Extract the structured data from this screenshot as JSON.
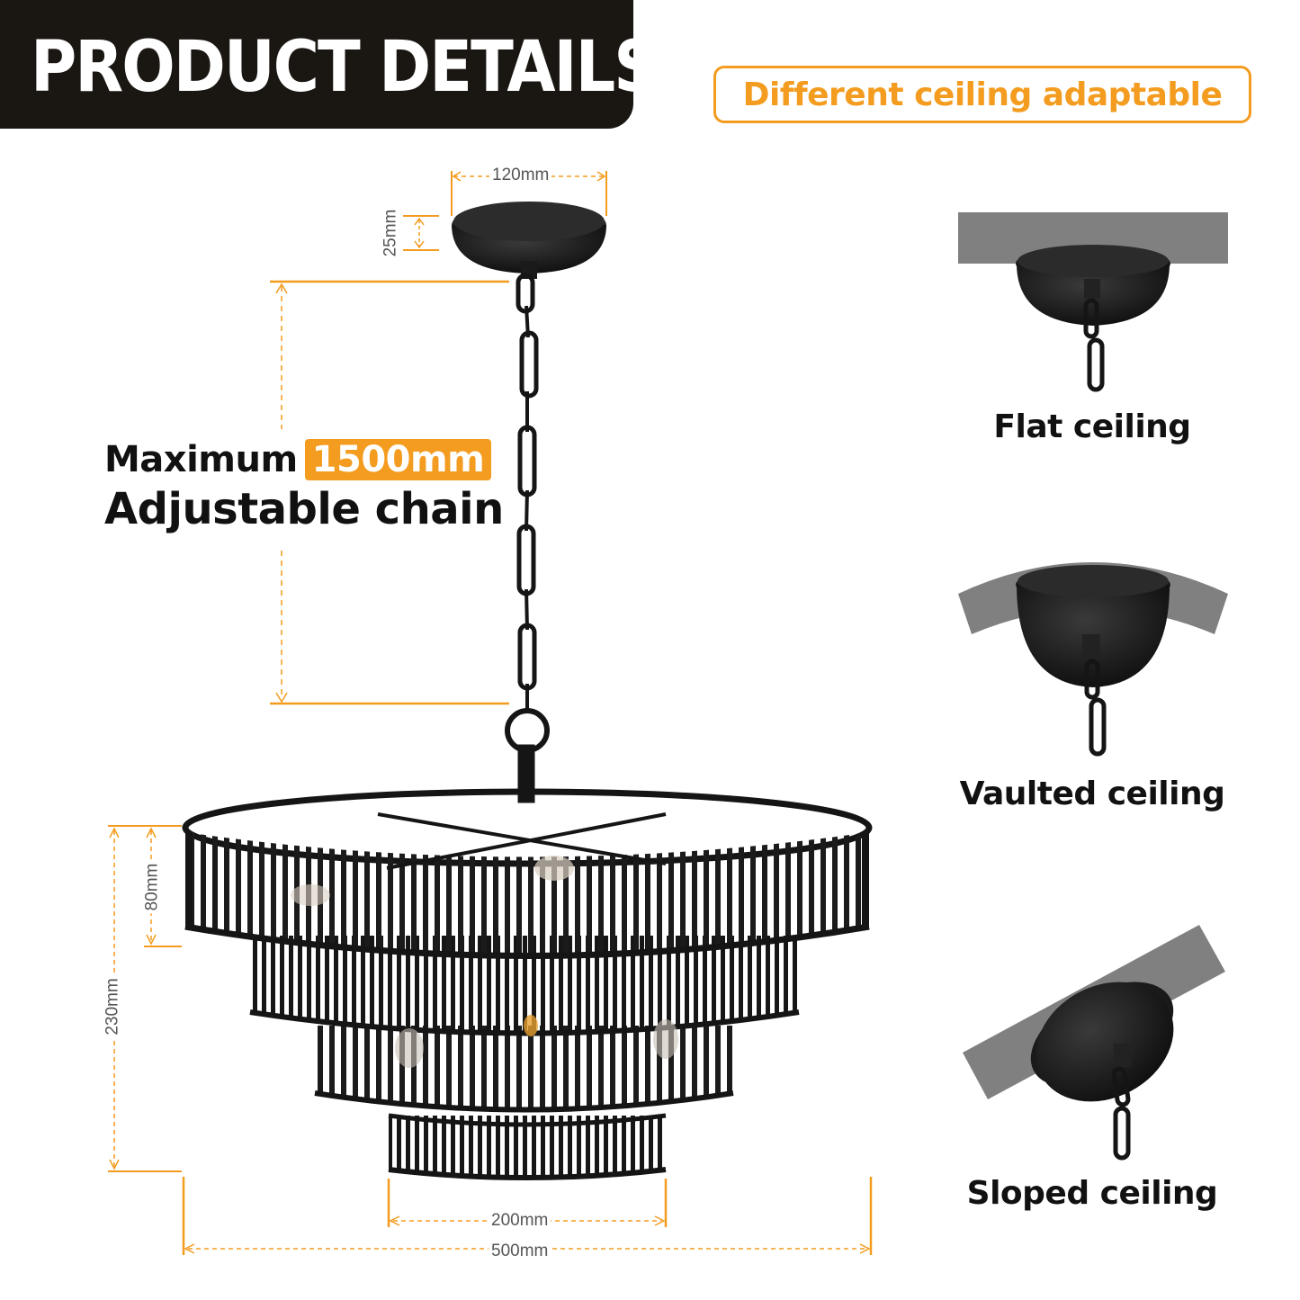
{
  "header": {
    "title": "PRODUCT DETAILS",
    "subtitle": "Different ceiling adaptable"
  },
  "dimensions": {
    "canopy_width": "120mm",
    "canopy_height": "25mm",
    "tier_height": "80mm",
    "total_height": "230mm",
    "bottom_diameter": "200mm",
    "top_diameter": "500mm"
  },
  "chain": {
    "prefix": "Maximum",
    "value": "1500mm",
    "caption": "Adjustable chain"
  },
  "ceilings": [
    {
      "label": "Flat ceiling",
      "icon": "flat-ceiling-icon"
    },
    {
      "label": "Vaulted ceiling",
      "icon": "vaulted-ceiling-icon"
    },
    {
      "label": "Sloped ceiling",
      "icon": "sloped-ceiling-icon"
    }
  ],
  "colors": {
    "accent": "#f39c1f",
    "header_bg": "#1a1612",
    "fixture": "#141414",
    "ceiling_gray": "#808080"
  }
}
